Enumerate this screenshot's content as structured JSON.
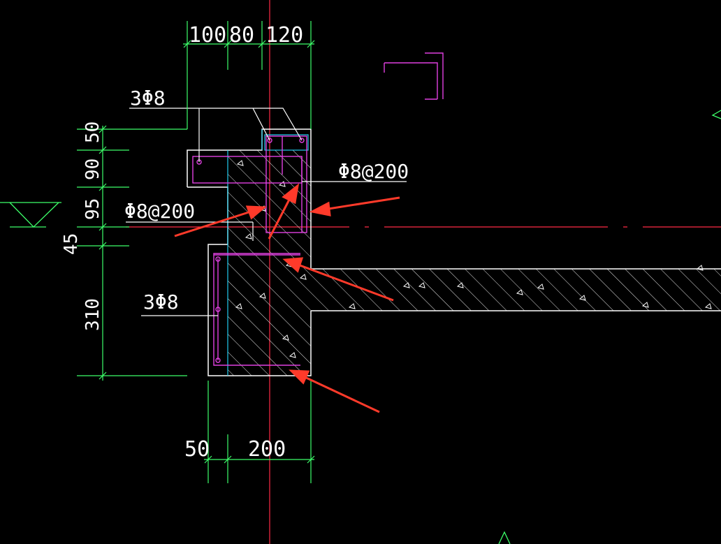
{
  "drawing": {
    "background": "#000000",
    "colors": {
      "dimension_line": "#3dff6a",
      "axis_line": "#ff2a45",
      "rebar": "#e040e0",
      "concrete_outline": "#ffffff",
      "column_outline": "#22ccee",
      "hatch": "#ffffff",
      "annotation_arrow": "#ff3a2a",
      "text": "#ffffff"
    }
  },
  "dimensions": {
    "top": [
      "100",
      "80",
      "120"
    ],
    "left": [
      "50",
      "90",
      "95",
      "45",
      "310"
    ],
    "bottom": [
      "50",
      "200"
    ]
  },
  "rebar_labels": {
    "top_longitudinal": "3Φ8",
    "upper_stirrup": "Φ8@200",
    "left_stirrup": "Φ8@200",
    "beam_longitudinal": "3Φ8"
  },
  "symbols": {
    "level_marker": "elevation-triangle-icon",
    "annotation": "red-arrow-icon"
  }
}
